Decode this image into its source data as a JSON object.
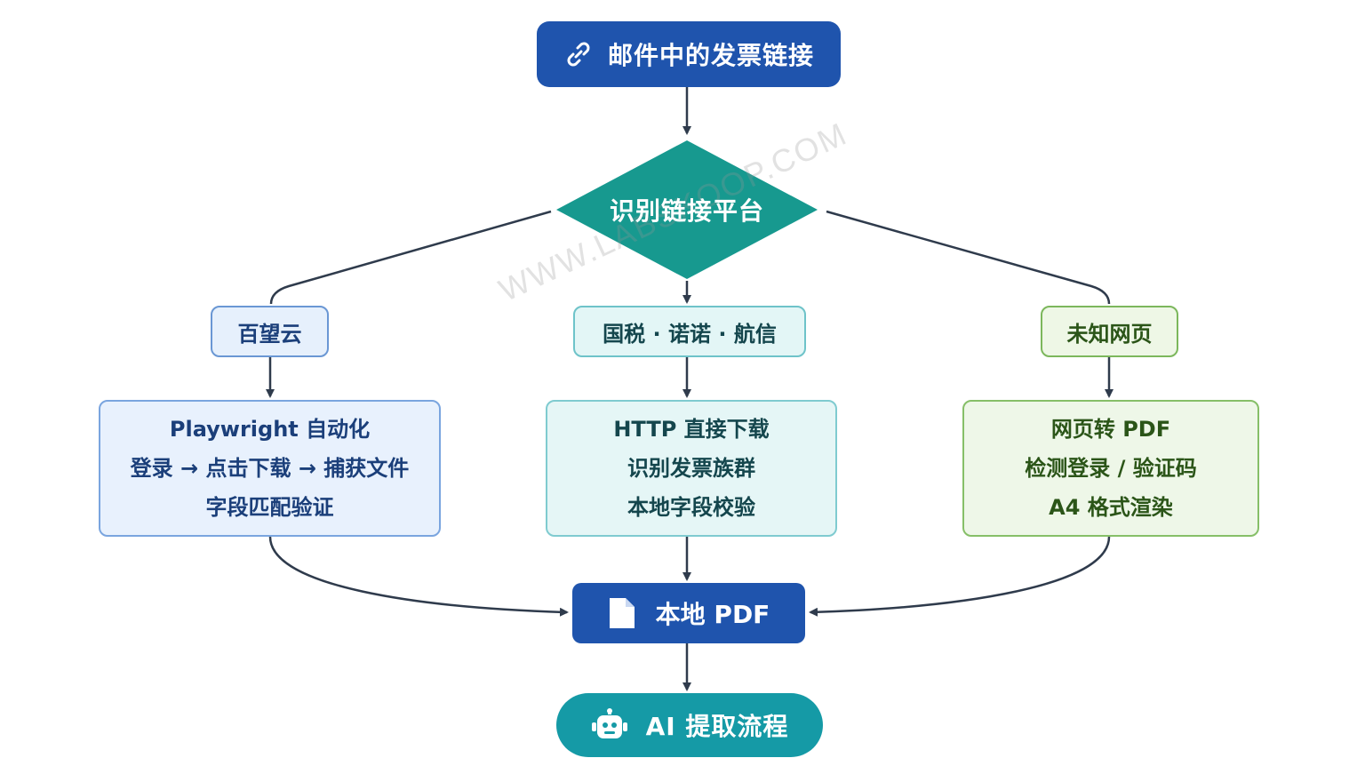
{
  "nodes": {
    "source": "邮件中的发票链接",
    "decision": "识别链接平台",
    "branches": [
      {
        "label": "百望云",
        "lines": [
          "Playwright 自动化",
          "登录 → 点击下载 → 捕获文件",
          "字段匹配验证"
        ]
      },
      {
        "label": "国税 · 诺诺 · 航信",
        "lines": [
          "HTTP 直接下载",
          "识别发票族群",
          "本地字段校验"
        ]
      },
      {
        "label": "未知网页",
        "lines": [
          "网页转 PDF",
          "检测登录 / 验证码",
          "A4 格式渲染"
        ]
      }
    ],
    "merge": "本地 PDF",
    "final": "AI 提取流程"
  },
  "icons": {
    "source": "link-icon",
    "merge": "document-icon",
    "final": "robot-icon"
  },
  "colors": {
    "primary": "#1f54ad",
    "decision": "#17998f",
    "final": "#159aa6",
    "connector": "#2f3b4c"
  },
  "watermark": "WWW.LABSKOOP.COM"
}
